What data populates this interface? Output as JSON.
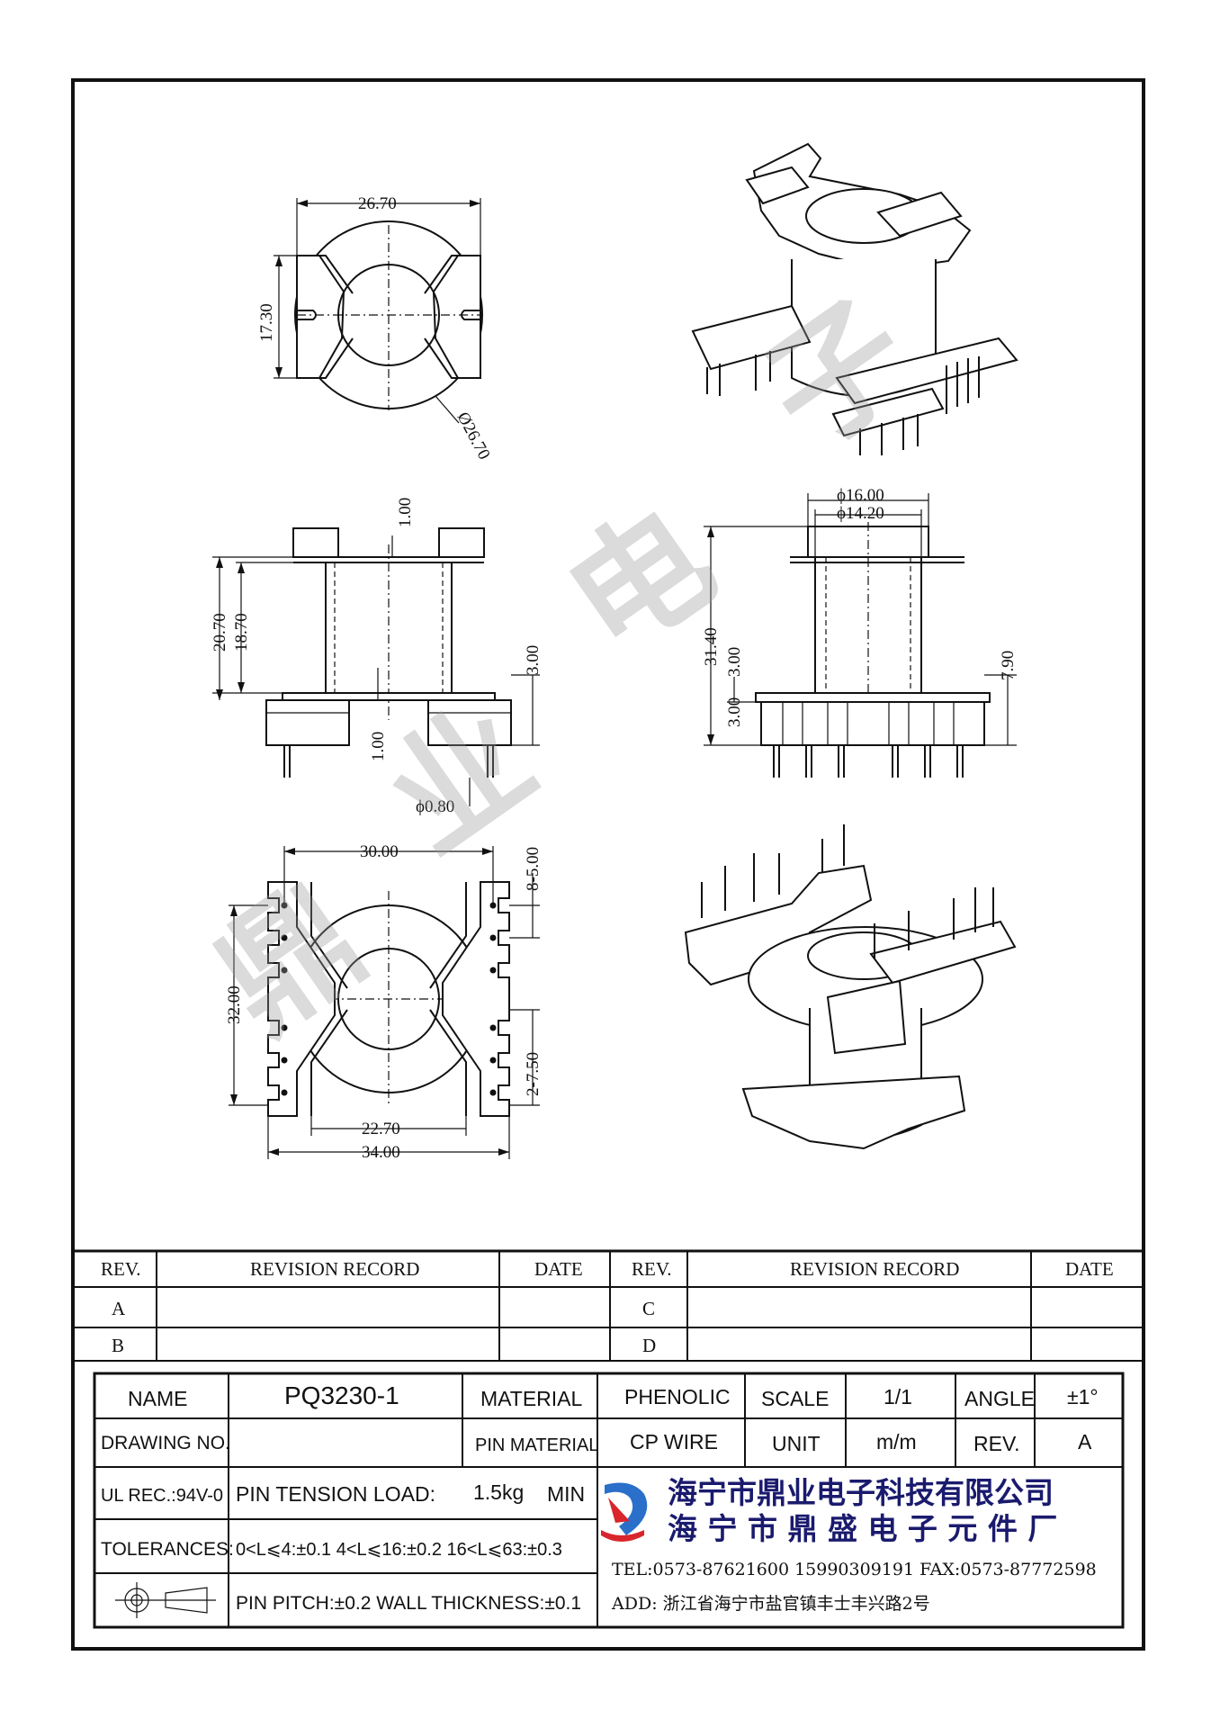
{
  "dimensions": {
    "top_width": "26.70",
    "top_height": "17.30",
    "top_diameter": "Ø26.70",
    "side_gap_top": "1.00",
    "side_h1": "20.70",
    "side_h2": "18.70",
    "side_right": "3.00",
    "side_gap_bottom": "1.00",
    "pin_dia": "ϕ0.80",
    "front_d1": "ϕ16.00",
    "front_d2": "ϕ14.20",
    "front_h": "31.40",
    "front_base": "3.00",
    "front_base2": "3.00",
    "front_pin": "7.90",
    "bottom_w": "30.00",
    "bottom_pitch": "8-5.00",
    "bottom_h": "32.00",
    "bottom_pitch2": "2-7.50",
    "bottom_inner": "22.70",
    "bottom_outer": "34.00"
  },
  "revision_table": {
    "headers": [
      "REV.",
      "REVISION RECORD",
      "DATE",
      "REV.",
      "REVISION RECORD",
      "DATE"
    ],
    "rows": [
      {
        "left_rev": "A",
        "right_rev": "C"
      },
      {
        "left_rev": "B",
        "right_rev": "D"
      }
    ]
  },
  "title_block": {
    "name_label": "NAME",
    "name_value": "PQ3230-1",
    "material_label": "MATERIAL",
    "material_value": "PHENOLIC",
    "scale_label": "SCALE",
    "scale_value": "1/1",
    "angle_label": "ANGLE",
    "angle_value": "±1°",
    "drawing_no_label": "DRAWING NO.",
    "pin_material_label": "PIN MATERIAL",
    "pin_material_value": "CP WIRE",
    "unit_label": "UNIT",
    "unit_value": "m/m",
    "rev_label": "REV.",
    "rev_value": "A",
    "ul_label": "UL REC.:94V-0",
    "pin_tension_label": "PIN TENSION LOAD:",
    "pin_tension_value": "1.5kg",
    "pin_tension_unit": "MIN",
    "tolerances_label": "TOLERANCES:",
    "tolerances_value": "0<L⩽4:±0.1  4<L⩽16:±0.2  16<L⩽63:±0.3",
    "pitch_text": "PIN PITCH:±0.2  WALL THICKNESS:±0.1"
  },
  "company": {
    "name1": "海宁市鼎业电子科技有限公司",
    "name2": "海 宁 市 鼎 盛 电 子 元 件 厂",
    "tel": "TEL:0573-87621600 15990309191  FAX:0573-87772598",
    "address": "ADD: 浙江省海宁市盐官镇丰士丰兴路2号",
    "logo_color_red": "#d8262c",
    "logo_color_blue": "#2a6fc9"
  },
  "watermark": {
    "chars": [
      "鼎",
      "业",
      "电",
      "子"
    ]
  }
}
